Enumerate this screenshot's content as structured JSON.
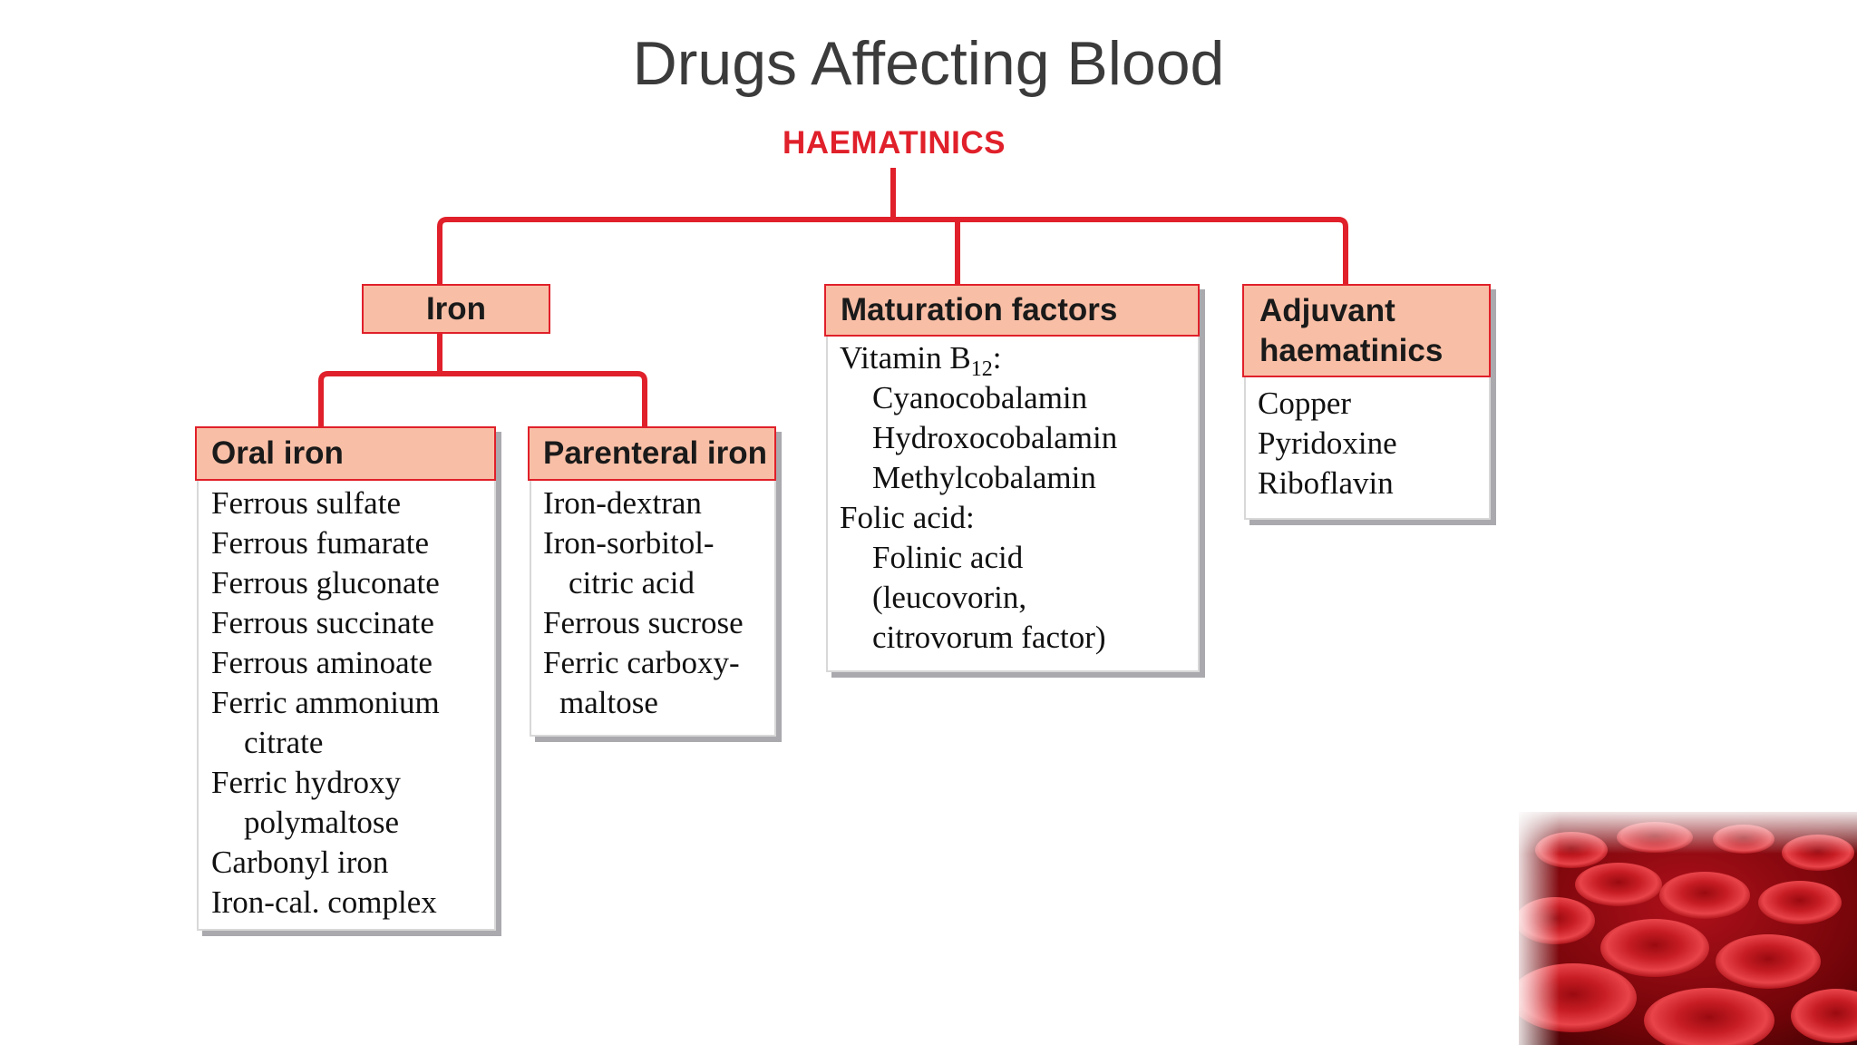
{
  "title": "Drugs Affecting Blood",
  "root": "HAEMATINICS",
  "colors": {
    "connector": "#e0202a",
    "header_fill": "#f9bfa6",
    "root_text": "#e0202a",
    "title_text": "#3b3b3b"
  },
  "iron": {
    "label": "Iron",
    "oral": {
      "label": "Oral iron",
      "items": [
        "Ferrous sulfate",
        "Ferrous fumarate",
        "Ferrous gluconate",
        "Ferrous succinate",
        "Ferrous aminoate",
        "Ferric ammonium",
        "citrate",
        "Ferric hydroxy",
        "polymaltose",
        "Carbonyl iron",
        "Iron-cal. complex"
      ]
    },
    "parenteral": {
      "label": "Parenteral iron",
      "items": [
        "Iron-dextran",
        "Iron-sorbitol-",
        "citric acid",
        "Ferrous sucrose",
        "Ferric carboxy-",
        "maltose"
      ]
    }
  },
  "maturation": {
    "label": "Maturation factors",
    "vitamin_b": "Vitamin B",
    "vitamin_sub": "12",
    "vitamin_colon": ":",
    "items": [
      "Cyanocobalamin",
      "Hydroxocobalamin",
      "Methylcobalamin",
      "Folic acid:",
      "Folinic acid",
      "(leucovorin,",
      "citrovorum factor)"
    ]
  },
  "adjuvant": {
    "label_line1": "Adjuvant",
    "label_line2": "haematinics",
    "items": [
      "Copper",
      "Pyridoxine",
      "Riboflavin"
    ]
  },
  "decor": {
    "image": "red-blood-cells"
  }
}
